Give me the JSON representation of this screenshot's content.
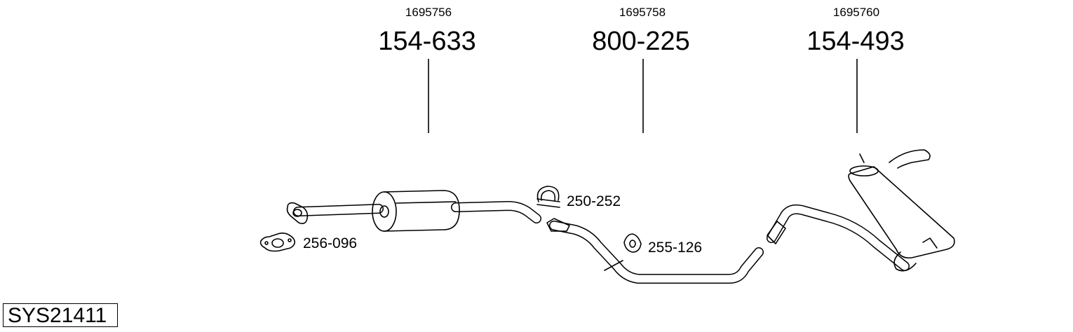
{
  "parts": [
    {
      "ref": "1695756",
      "number": "154-633"
    },
    {
      "ref": "1695758",
      "number": "800-225"
    },
    {
      "ref": "1695760",
      "number": "154-493"
    }
  ],
  "accessories": [
    {
      "number": "250-252"
    },
    {
      "number": "256-096"
    },
    {
      "number": "255-126"
    }
  ],
  "system_code": "SYS21411"
}
